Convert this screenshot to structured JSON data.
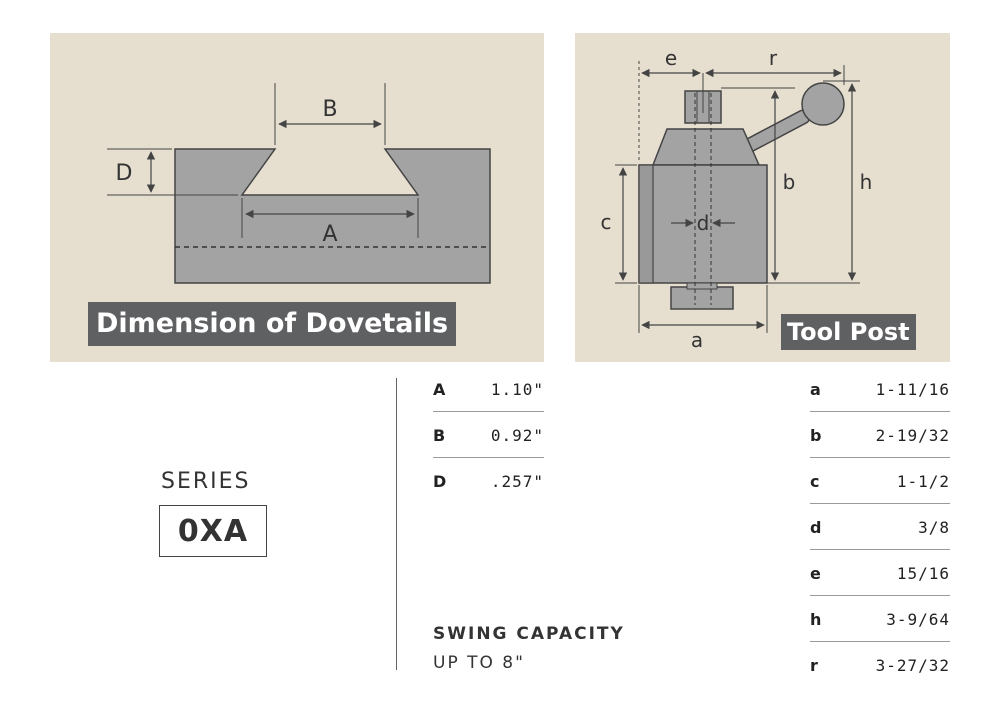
{
  "dovetail_panel": {
    "banner": "Dimension of Dovetails",
    "labels": {
      "b": "B",
      "d": "D",
      "a": "A"
    }
  },
  "tool_post_panel": {
    "banner": "Tool Post",
    "labels": {
      "e": "e",
      "r": "r",
      "b": "b",
      "h": "h",
      "c": "c",
      "d": "d",
      "a": "a"
    }
  },
  "series": {
    "label": "SERIES",
    "name": "0XA"
  },
  "dovetail_specs": [
    {
      "key": "A",
      "value": "1.10\""
    },
    {
      "key": "B",
      "value": "0.92\""
    },
    {
      "key": "D",
      "value": ".257\""
    }
  ],
  "tool_post_specs": [
    {
      "key": "a",
      "value": "1-11/16"
    },
    {
      "key": "b",
      "value": "2-19/32"
    },
    {
      "key": "c",
      "value": "1-1/2"
    },
    {
      "key": "d",
      "value": "3/8"
    },
    {
      "key": "e",
      "value": "15/16"
    },
    {
      "key": "h",
      "value": "3-9/64"
    },
    {
      "key": "r",
      "value": "3-27/32"
    }
  ],
  "swing_capacity": {
    "title": "SWING CAPACITY",
    "value": "UP TO 8\""
  },
  "colors": {
    "panel_bg": "#e6dfd0",
    "part_fill": "#a4a3a3",
    "banner_bg": "#5f6062"
  }
}
